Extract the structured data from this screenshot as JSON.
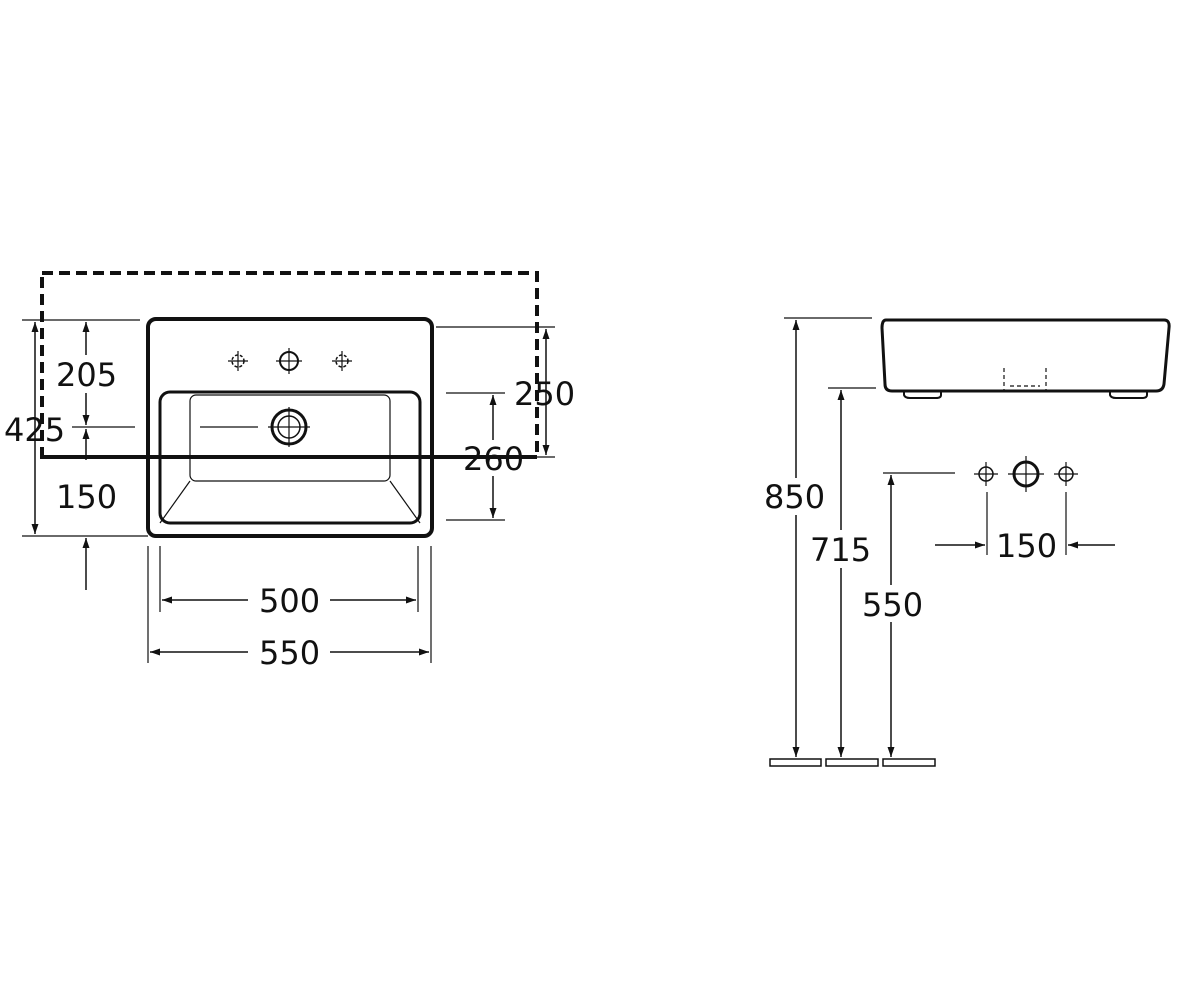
{
  "top_view": {
    "dim_205": "205",
    "dim_425": "425",
    "dim_150": "150",
    "dim_250": "250",
    "dim_260": "260",
    "dim_500": "500",
    "dim_550": "550"
  },
  "side_view": {
    "dim_850": "850",
    "dim_715": "715",
    "dim_550": "550",
    "dim_150": "150"
  }
}
